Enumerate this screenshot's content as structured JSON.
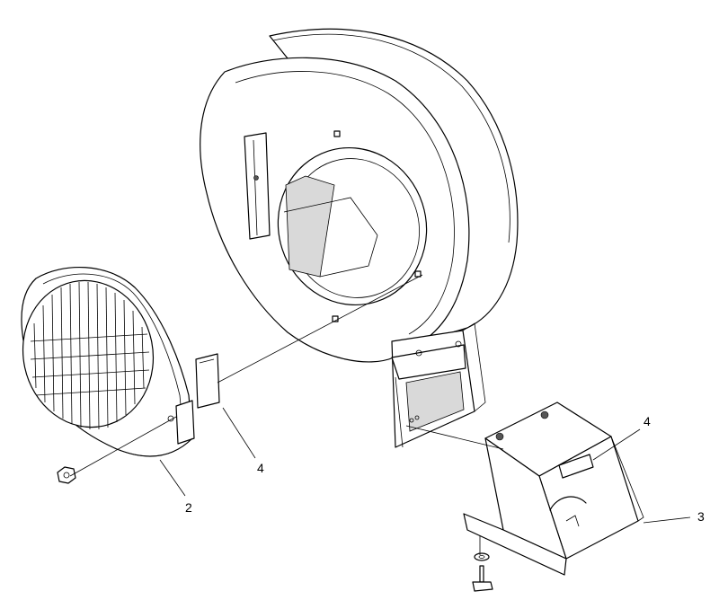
{
  "callouts": [
    {
      "id": "c2",
      "label": "2"
    },
    {
      "id": "c4a",
      "label": "4"
    },
    {
      "id": "c4b",
      "label": "4"
    },
    {
      "id": "c3",
      "label": "3"
    }
  ],
  "colors": {
    "line": "#000000",
    "background": "#ffffff",
    "shade": "#d9d9d9"
  }
}
